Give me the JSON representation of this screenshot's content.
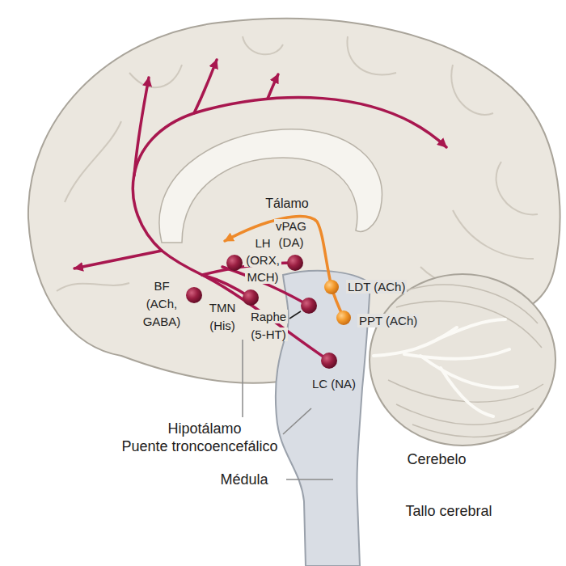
{
  "diagram": {
    "labels": [
      "Tálamo",
      "vPAG (DA)",
      "LH (ORX, MCH)",
      "LDT (ACh)",
      "BF (ACh, GABA)",
      "TMN (His)",
      "Raphe (5-HT)",
      "PPT (ACh)",
      "LC (NA)",
      "Hipotálamo",
      "Puente troncoencefálico",
      "Cerebelo",
      "Médula",
      "Tallo cerebral"
    ]
  }
}
